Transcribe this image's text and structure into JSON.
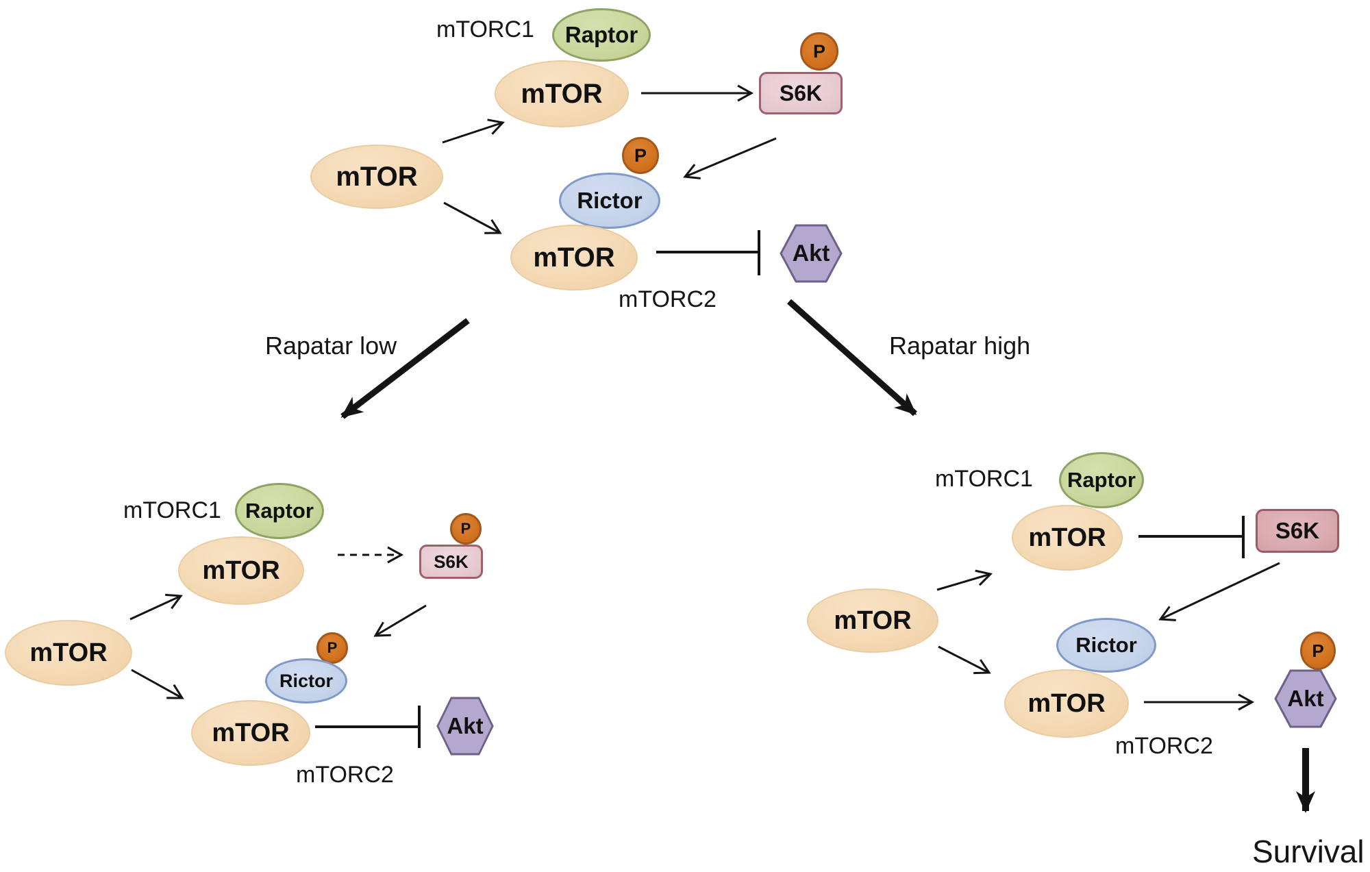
{
  "labels": {
    "mtorc1": "mTORC1",
    "mtorc2": "mTORC2",
    "mtor": "mTOR",
    "raptor": "Raptor",
    "rictor": "Rictor",
    "s6k": "S6K",
    "akt": "Akt",
    "phospho": "P",
    "rapatar_low": "Rapatar low",
    "rapatar_high": "Rapatar high",
    "survival": "Survival"
  },
  "colors": {
    "mtor_fill": "#f4d9b4",
    "mtor_border": "#e9cda2",
    "raptor_fill": "#c9d79d",
    "raptor_border": "#8fa462",
    "rictor_fill": "#c5d4ea",
    "rictor_border": "#8199c8",
    "s6k_fill": "#e7cbd3",
    "s6k_dark_fill": "#d9abb1",
    "s6k_border": "#a0606c",
    "phospho_fill": "#d0711f",
    "phospho_border": "#a4571a",
    "akt_fill": "#b5a8cf",
    "akt_border": "#6c6189",
    "arrow": "#141414",
    "background": "#ffffff"
  }
}
